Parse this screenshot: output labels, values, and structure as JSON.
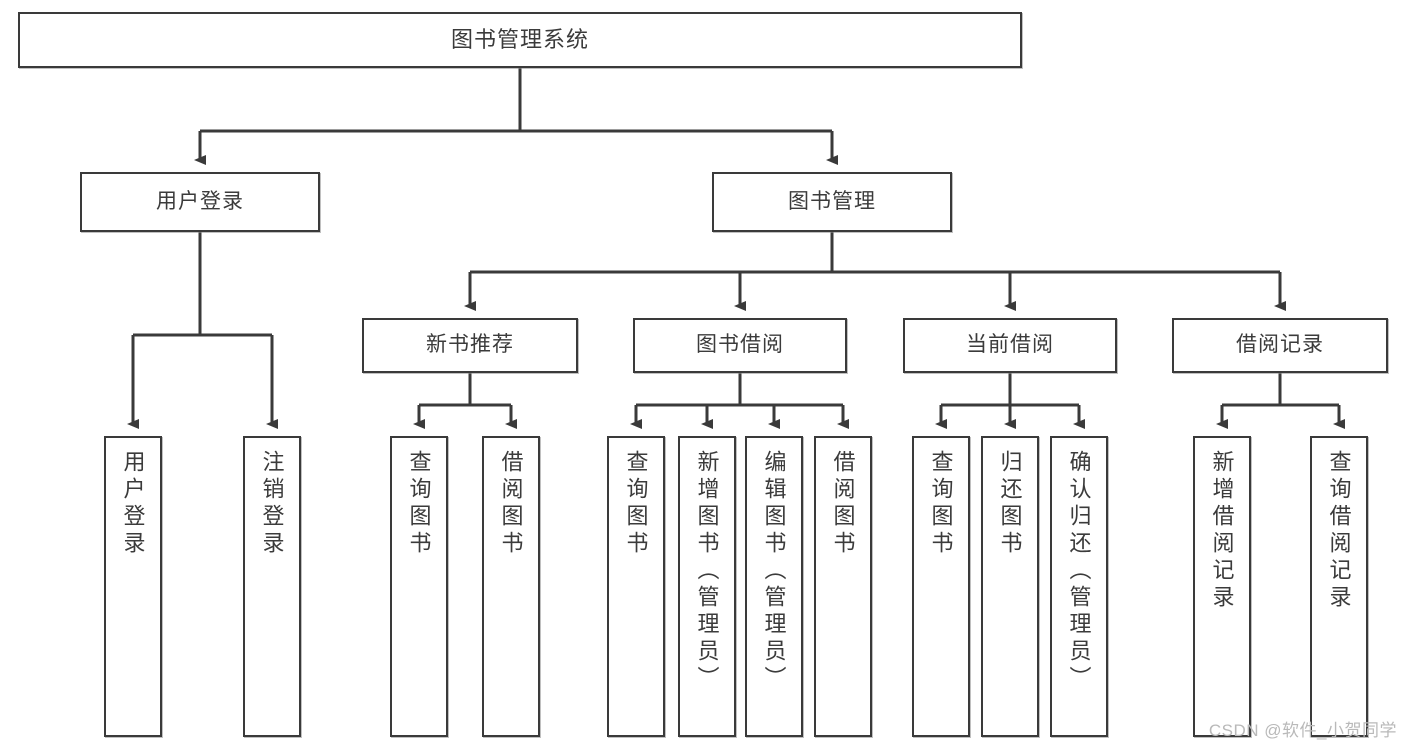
{
  "diagram": {
    "title": "图书管理系统",
    "type": "tree",
    "theme": {
      "border_color": "#3a3a3a",
      "text_color": "#3b3b3b",
      "background": "#ffffff",
      "watermark_color": "#b9b9b9"
    },
    "root": {
      "label": "图书管理系统"
    },
    "level2": [
      {
        "label": "用户登录"
      },
      {
        "label": "图书管理"
      }
    ],
    "level3": [
      {
        "label": "新书推荐"
      },
      {
        "label": "图书借阅"
      },
      {
        "label": "当前借阅"
      },
      {
        "label": "借阅记录"
      }
    ],
    "leaves": {
      "user_login": [
        {
          "label": "用户登录"
        },
        {
          "label": "注销登录"
        }
      ],
      "new_book": [
        {
          "label": "查询图书"
        },
        {
          "label": "借阅图书"
        }
      ],
      "book_borrow": [
        {
          "label": "查询图书"
        },
        {
          "label": "新增图书（管理员）"
        },
        {
          "label": "编辑图书（管理员）"
        },
        {
          "label": "借阅图书"
        }
      ],
      "current_borrow": [
        {
          "label": "查询图书"
        },
        {
          "label": "归还图书"
        },
        {
          "label": "确认归还（管理员）"
        }
      ],
      "borrow_record": [
        {
          "label": "新增借阅记录"
        },
        {
          "label": "查询借阅记录"
        }
      ]
    }
  },
  "watermark": {
    "text": "CSDN @软件_小贺同学"
  }
}
